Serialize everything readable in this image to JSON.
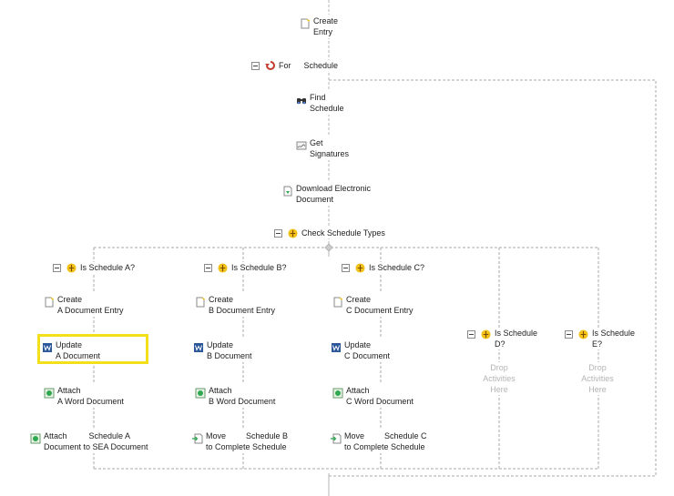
{
  "main": {
    "create_entry": [
      "Create",
      "Entry"
    ],
    "for_loop": {
      "keyword": "For",
      "variable": "Schedule"
    },
    "find_schedule": [
      "Find",
      "Schedule"
    ],
    "get_signatures": [
      "Get",
      "Signatures"
    ],
    "download_doc": [
      "Download Electronic",
      "Document"
    ],
    "check_types": "Check Schedule Types"
  },
  "branch_a": {
    "condition": "Is Schedule A?",
    "create": [
      "Create",
      "A Document Entry"
    ],
    "update": [
      "Update",
      "A Document"
    ],
    "attach": [
      "Attach",
      "A Word Document"
    ],
    "attach_sea": {
      "line1_left": "Attach",
      "line1_right": "Schedule A",
      "line2": "Document to SEA Document"
    }
  },
  "branch_b": {
    "condition": "Is Schedule B?",
    "create": [
      "Create",
      "B Document Entry"
    ],
    "update": [
      "Update",
      "B Document"
    ],
    "attach": [
      "Attach",
      "B Word Document"
    ],
    "move": {
      "line1_left": "Move",
      "line1_right": "Schedule B",
      "line2": "to Complete Schedule"
    }
  },
  "branch_c": {
    "condition": "Is Schedule C?",
    "create": [
      "Create",
      "C Document Entry"
    ],
    "update": [
      "Update",
      "C Document"
    ],
    "attach": [
      "Attach",
      "C Word Document"
    ],
    "move": {
      "line1_left": "Move",
      "line1_right": "Schedule C",
      "line2": "to Complete Schedule"
    }
  },
  "branch_d": {
    "condition": [
      "Is Schedule",
      "D?"
    ],
    "drop": [
      "Drop",
      "Activities",
      "Here"
    ]
  },
  "branch_e": {
    "condition": [
      "Is Schedule",
      "E?"
    ],
    "drop": [
      "Drop",
      "Activities",
      "Here"
    ]
  },
  "colors": {
    "selection": "#f2e01d",
    "connector": "#b5b5b5",
    "dashed": "#aaaaaa",
    "placeholder_text": "#b4b4b4"
  }
}
